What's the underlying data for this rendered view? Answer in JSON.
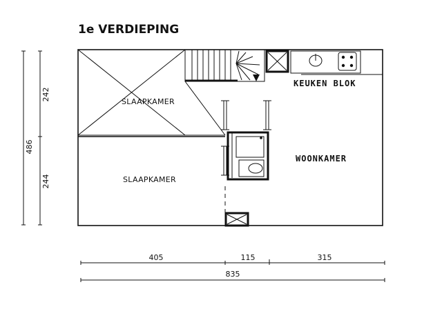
{
  "title": "1e VERDIEPING",
  "rooms": {
    "bedroom_top": "SLAAPKAMER",
    "bedroom_bottom": "SLAAPKAMER",
    "kitchen": "KEUKEN BLOK",
    "living": "WOONKAMER"
  },
  "dimensions": {
    "height_total": "486",
    "height_upper": "242",
    "height_lower": "244",
    "width_left": "405",
    "width_middle": "115",
    "width_right": "315",
    "width_total": "835"
  }
}
